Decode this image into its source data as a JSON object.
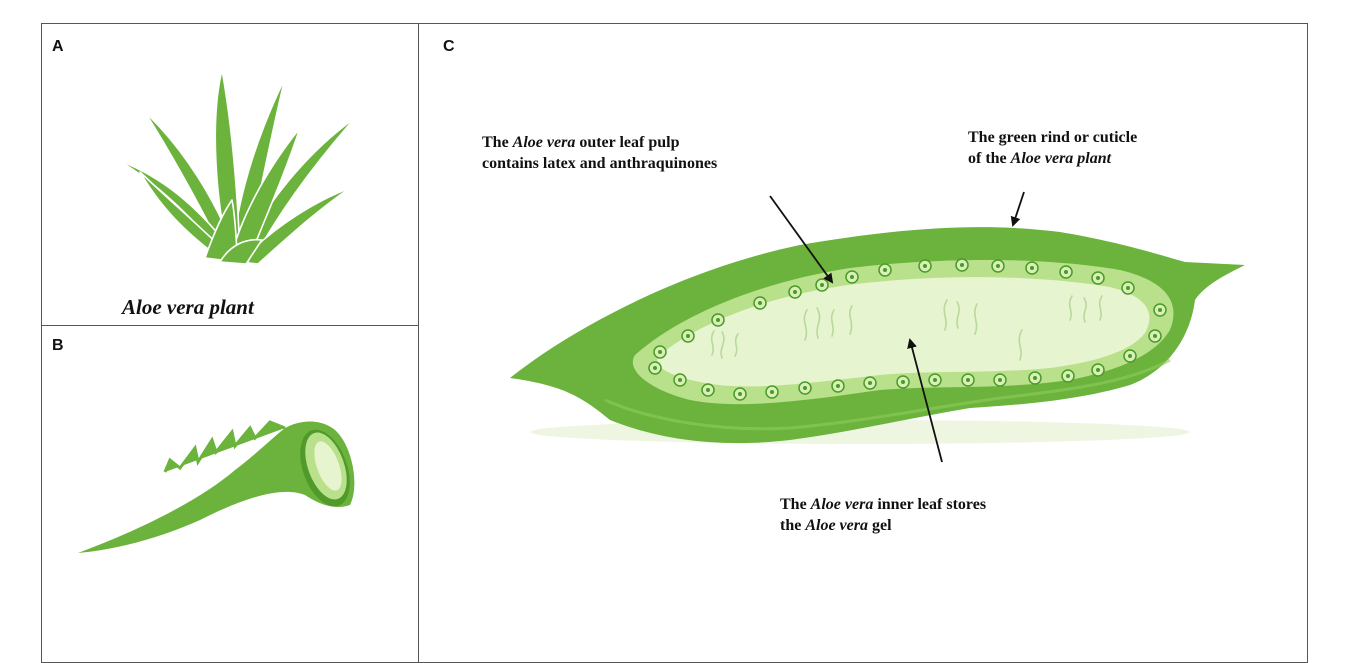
{
  "panels": {
    "a": {
      "letter": "A",
      "caption": "Aloe vera plant"
    },
    "b": {
      "letter": "B"
    },
    "c": {
      "letter": "C"
    }
  },
  "annotations": {
    "outer_pulp": {
      "line1_pre": "The ",
      "line1_italic": "Aloe vera",
      "line1_post": " outer leaf pulp",
      "line2": "contains latex and anthraquinones"
    },
    "rind": {
      "line1": "The green rind or cuticle",
      "line2_pre": "of the ",
      "line2_italic": "Aloe vera plant"
    },
    "inner_leaf": {
      "line1_pre": "The ",
      "line1_italic": "Aloe vera",
      "line1_post": " inner leaf stores",
      "line2_pre": "the ",
      "line2_italic": "Aloe vera",
      "line2_post": " gel"
    }
  },
  "colors": {
    "leaf_green": "#6bb33c",
    "leaf_dark": "#4f9a2a",
    "pulp_light": "#b9e08a",
    "gel": "#e6f4cf",
    "cell_dark": "#4a9a2a",
    "border": "#555555"
  }
}
